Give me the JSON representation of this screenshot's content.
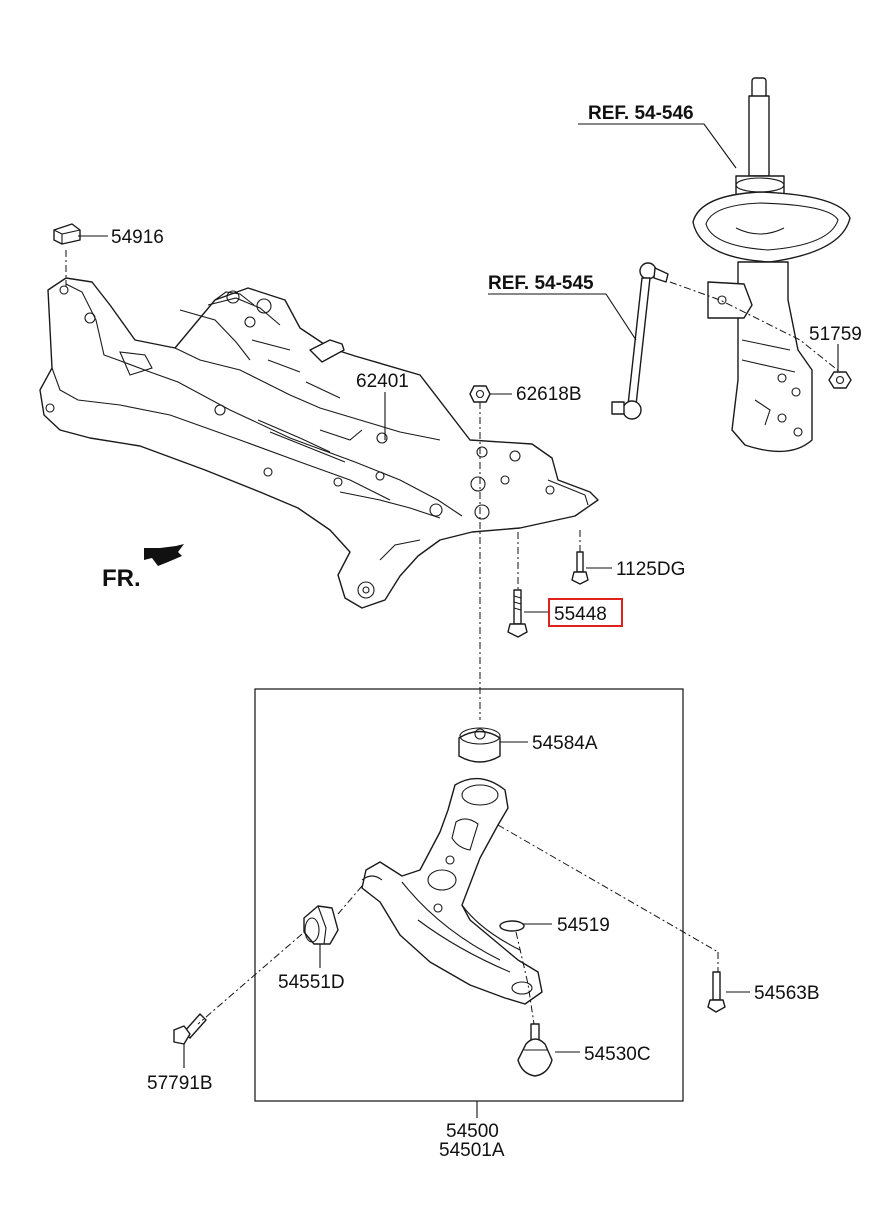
{
  "diagram": {
    "references": [
      {
        "id": "ref-shock",
        "text": "REF. 54-546"
      },
      {
        "id": "ref-stabilizer",
        "text": "REF. 54-545"
      }
    ],
    "direction_label": "FR.",
    "parts": {
      "p54916": "54916",
      "p62401": "62401",
      "p62618B": "62618B",
      "p51759": "51759",
      "p1125DG": "1125DG",
      "p55448": "55448",
      "p54584A": "54584A",
      "p54519": "54519",
      "p54551D": "54551D",
      "p54563B": "54563B",
      "p54530C": "54530C",
      "p57791B": "57791B",
      "p54500": "54500",
      "p54501A": "54501A"
    },
    "highlighted_part": "55448",
    "highlight_color": "#e0201c"
  }
}
